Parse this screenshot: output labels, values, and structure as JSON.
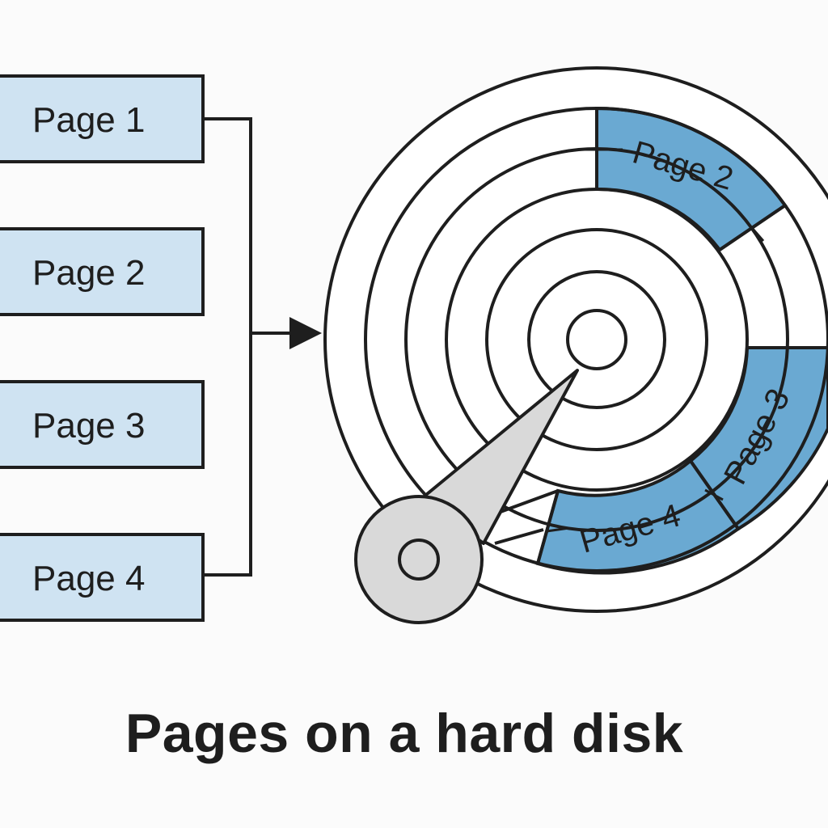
{
  "pages": [
    {
      "label": "Page 1"
    },
    {
      "label": "Page 2"
    },
    {
      "label": "Page 3"
    },
    {
      "label": "Page 4"
    }
  ],
  "disk_pages": [
    {
      "label": "Page 2"
    },
    {
      "label": "Page 3"
    },
    {
      "label": "Page 4"
    }
  ],
  "caption": "Pages on a hard disk",
  "colors": {
    "page_box_fill": "#cfe3f2",
    "sector_fill": "#6aa9d2",
    "head_fill": "#d9d9d9",
    "stroke": "#1e1e1e",
    "background": "#fbfbfb"
  }
}
